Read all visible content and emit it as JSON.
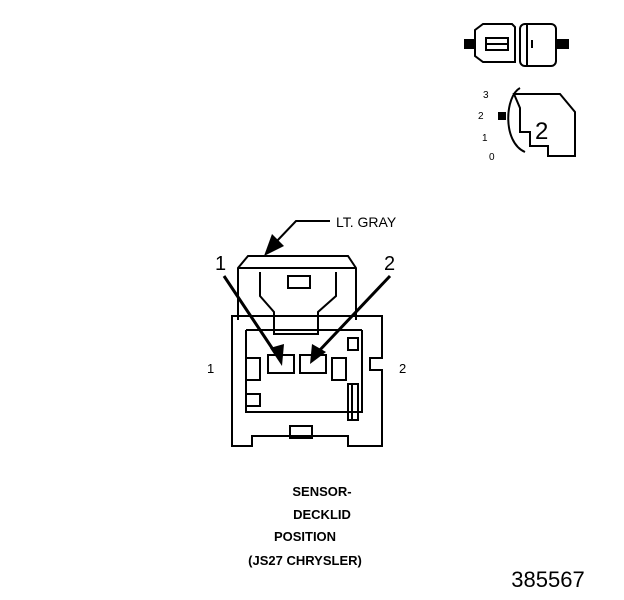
{
  "callout_color": "LT. GRAY",
  "pin_labels": {
    "arrow_left": "1",
    "arrow_right": "2",
    "side_left": "1",
    "side_right": "2"
  },
  "caption": {
    "line1": "SENSOR-",
    "line2": "DECKLID",
    "line3": "POSITION",
    "line4": "(JS27 CHRYSLER)"
  },
  "figure_number": "385567",
  "inset": {
    "scale": [
      "3",
      "2",
      "1",
      "0"
    ],
    "connector_number": "2"
  },
  "colors": {
    "ink": "#000000",
    "background": "#ffffff"
  }
}
